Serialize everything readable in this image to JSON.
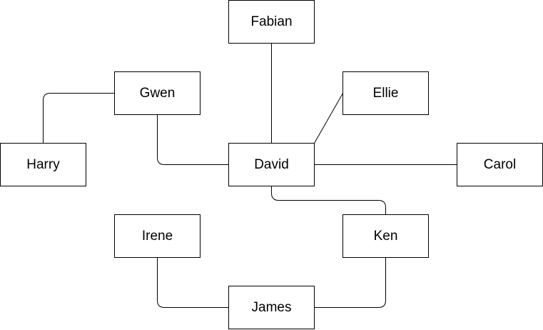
{
  "diagram": {
    "nodes": [
      {
        "id": "fabian",
        "label": "Fabian"
      },
      {
        "id": "gwen",
        "label": "Gwen"
      },
      {
        "id": "ellie",
        "label": "Ellie"
      },
      {
        "id": "harry",
        "label": "Harry"
      },
      {
        "id": "david",
        "label": "David"
      },
      {
        "id": "carol",
        "label": "Carol"
      },
      {
        "id": "irene",
        "label": "Irene"
      },
      {
        "id": "ken",
        "label": "Ken"
      },
      {
        "id": "james",
        "label": "James"
      }
    ],
    "edges": [
      {
        "from": "david",
        "to": "fabian"
      },
      {
        "from": "david",
        "to": "ellie"
      },
      {
        "from": "david",
        "to": "gwen"
      },
      {
        "from": "gwen",
        "to": "harry"
      },
      {
        "from": "david",
        "to": "carol"
      },
      {
        "from": "david",
        "to": "ken"
      },
      {
        "from": "ken",
        "to": "james"
      },
      {
        "from": "james",
        "to": "irene"
      }
    ],
    "colors": {
      "stroke": "#000000",
      "fill": "#ffffff",
      "text": "#000000"
    }
  }
}
